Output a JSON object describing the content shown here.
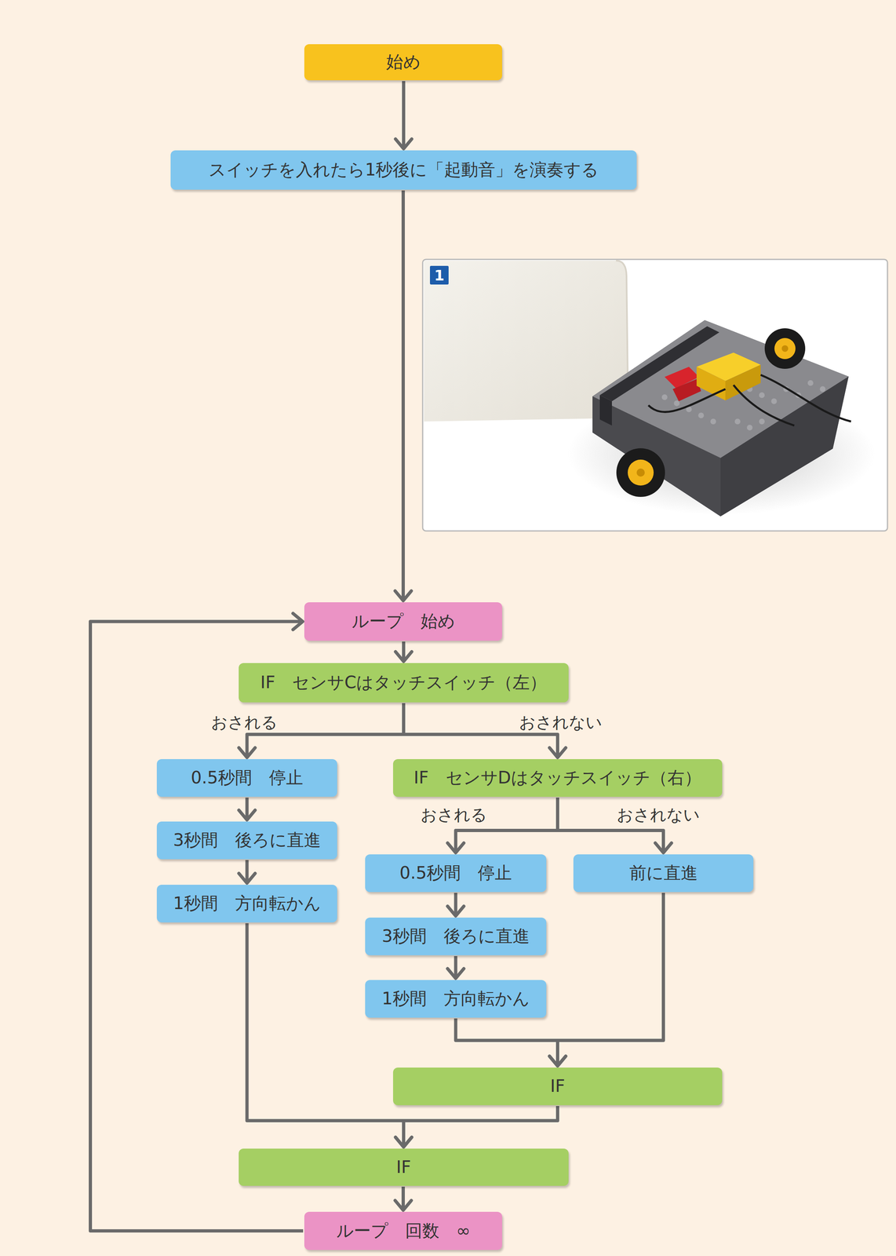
{
  "diagram": {
    "nodes": [
      {
        "text": [
          "始め"
        ]
      },
      {
        "text": [
          "スイッチを入れたら1秒後に「起動音」を演奏する"
        ]
      },
      {
        "text": [
          "ループ　始め"
        ]
      },
      {
        "text": [
          "IF　センサCはタッチスイッチ（左）"
        ]
      },
      {
        "text": [
          "0.5秒間　停止"
        ]
      },
      {
        "text": [
          "3秒間　後ろに直進"
        ]
      },
      {
        "text": [
          "1秒間　方向転かん"
        ]
      },
      {
        "text": [
          "IF　センサDはタッチスイッチ（右）"
        ]
      },
      {
        "text": [
          "0.5秒間　停止"
        ]
      },
      {
        "text": [
          "前に直進"
        ]
      },
      {
        "text": [
          "3秒間　後ろに直進"
        ]
      },
      {
        "text": [
          "1秒間　方向転かん"
        ]
      },
      {
        "text": [
          "IF"
        ]
      },
      {
        "text": [
          "IF"
        ]
      },
      {
        "text": [
          "ループ　回数　∞"
        ]
      }
    ],
    "edges": [
      {
        "from": 0,
        "to": 1,
        "arrow": "to"
      },
      {
        "from": 1,
        "to": 2,
        "arrow": "to"
      },
      {
        "from": 2,
        "to": 3,
        "arrow": "to"
      },
      {
        "from": 3,
        "to": 4,
        "label": "おされる",
        "arrow": "to"
      },
      {
        "from": 3,
        "to": 7,
        "label": "おされない",
        "arrow": "to"
      },
      {
        "from": 4,
        "to": 5,
        "arrow": "to"
      },
      {
        "from": 5,
        "to": 6,
        "arrow": "to"
      },
      {
        "from": 7,
        "to": 8,
        "label": "おされる",
        "arrow": "to"
      },
      {
        "from": 7,
        "to": 9,
        "label": "おされない",
        "arrow": "to"
      },
      {
        "from": 8,
        "to": 10,
        "arrow": "to"
      },
      {
        "from": 10,
        "to": 11,
        "arrow": "to"
      },
      {
        "from": 11,
        "to": 12,
        "arrow": "to"
      },
      {
        "from": 9,
        "to": 12,
        "arrow": "to"
      },
      {
        "from": 6,
        "to": 13,
        "arrow": "to"
      },
      {
        "from": 12,
        "to": 13,
        "arrow": "to"
      },
      {
        "from": 13,
        "to": 14,
        "arrow": "to"
      },
      {
        "from": 14,
        "to": 2,
        "arrow": "to"
      }
    ],
    "labels": [
      "1"
    ]
  }
}
